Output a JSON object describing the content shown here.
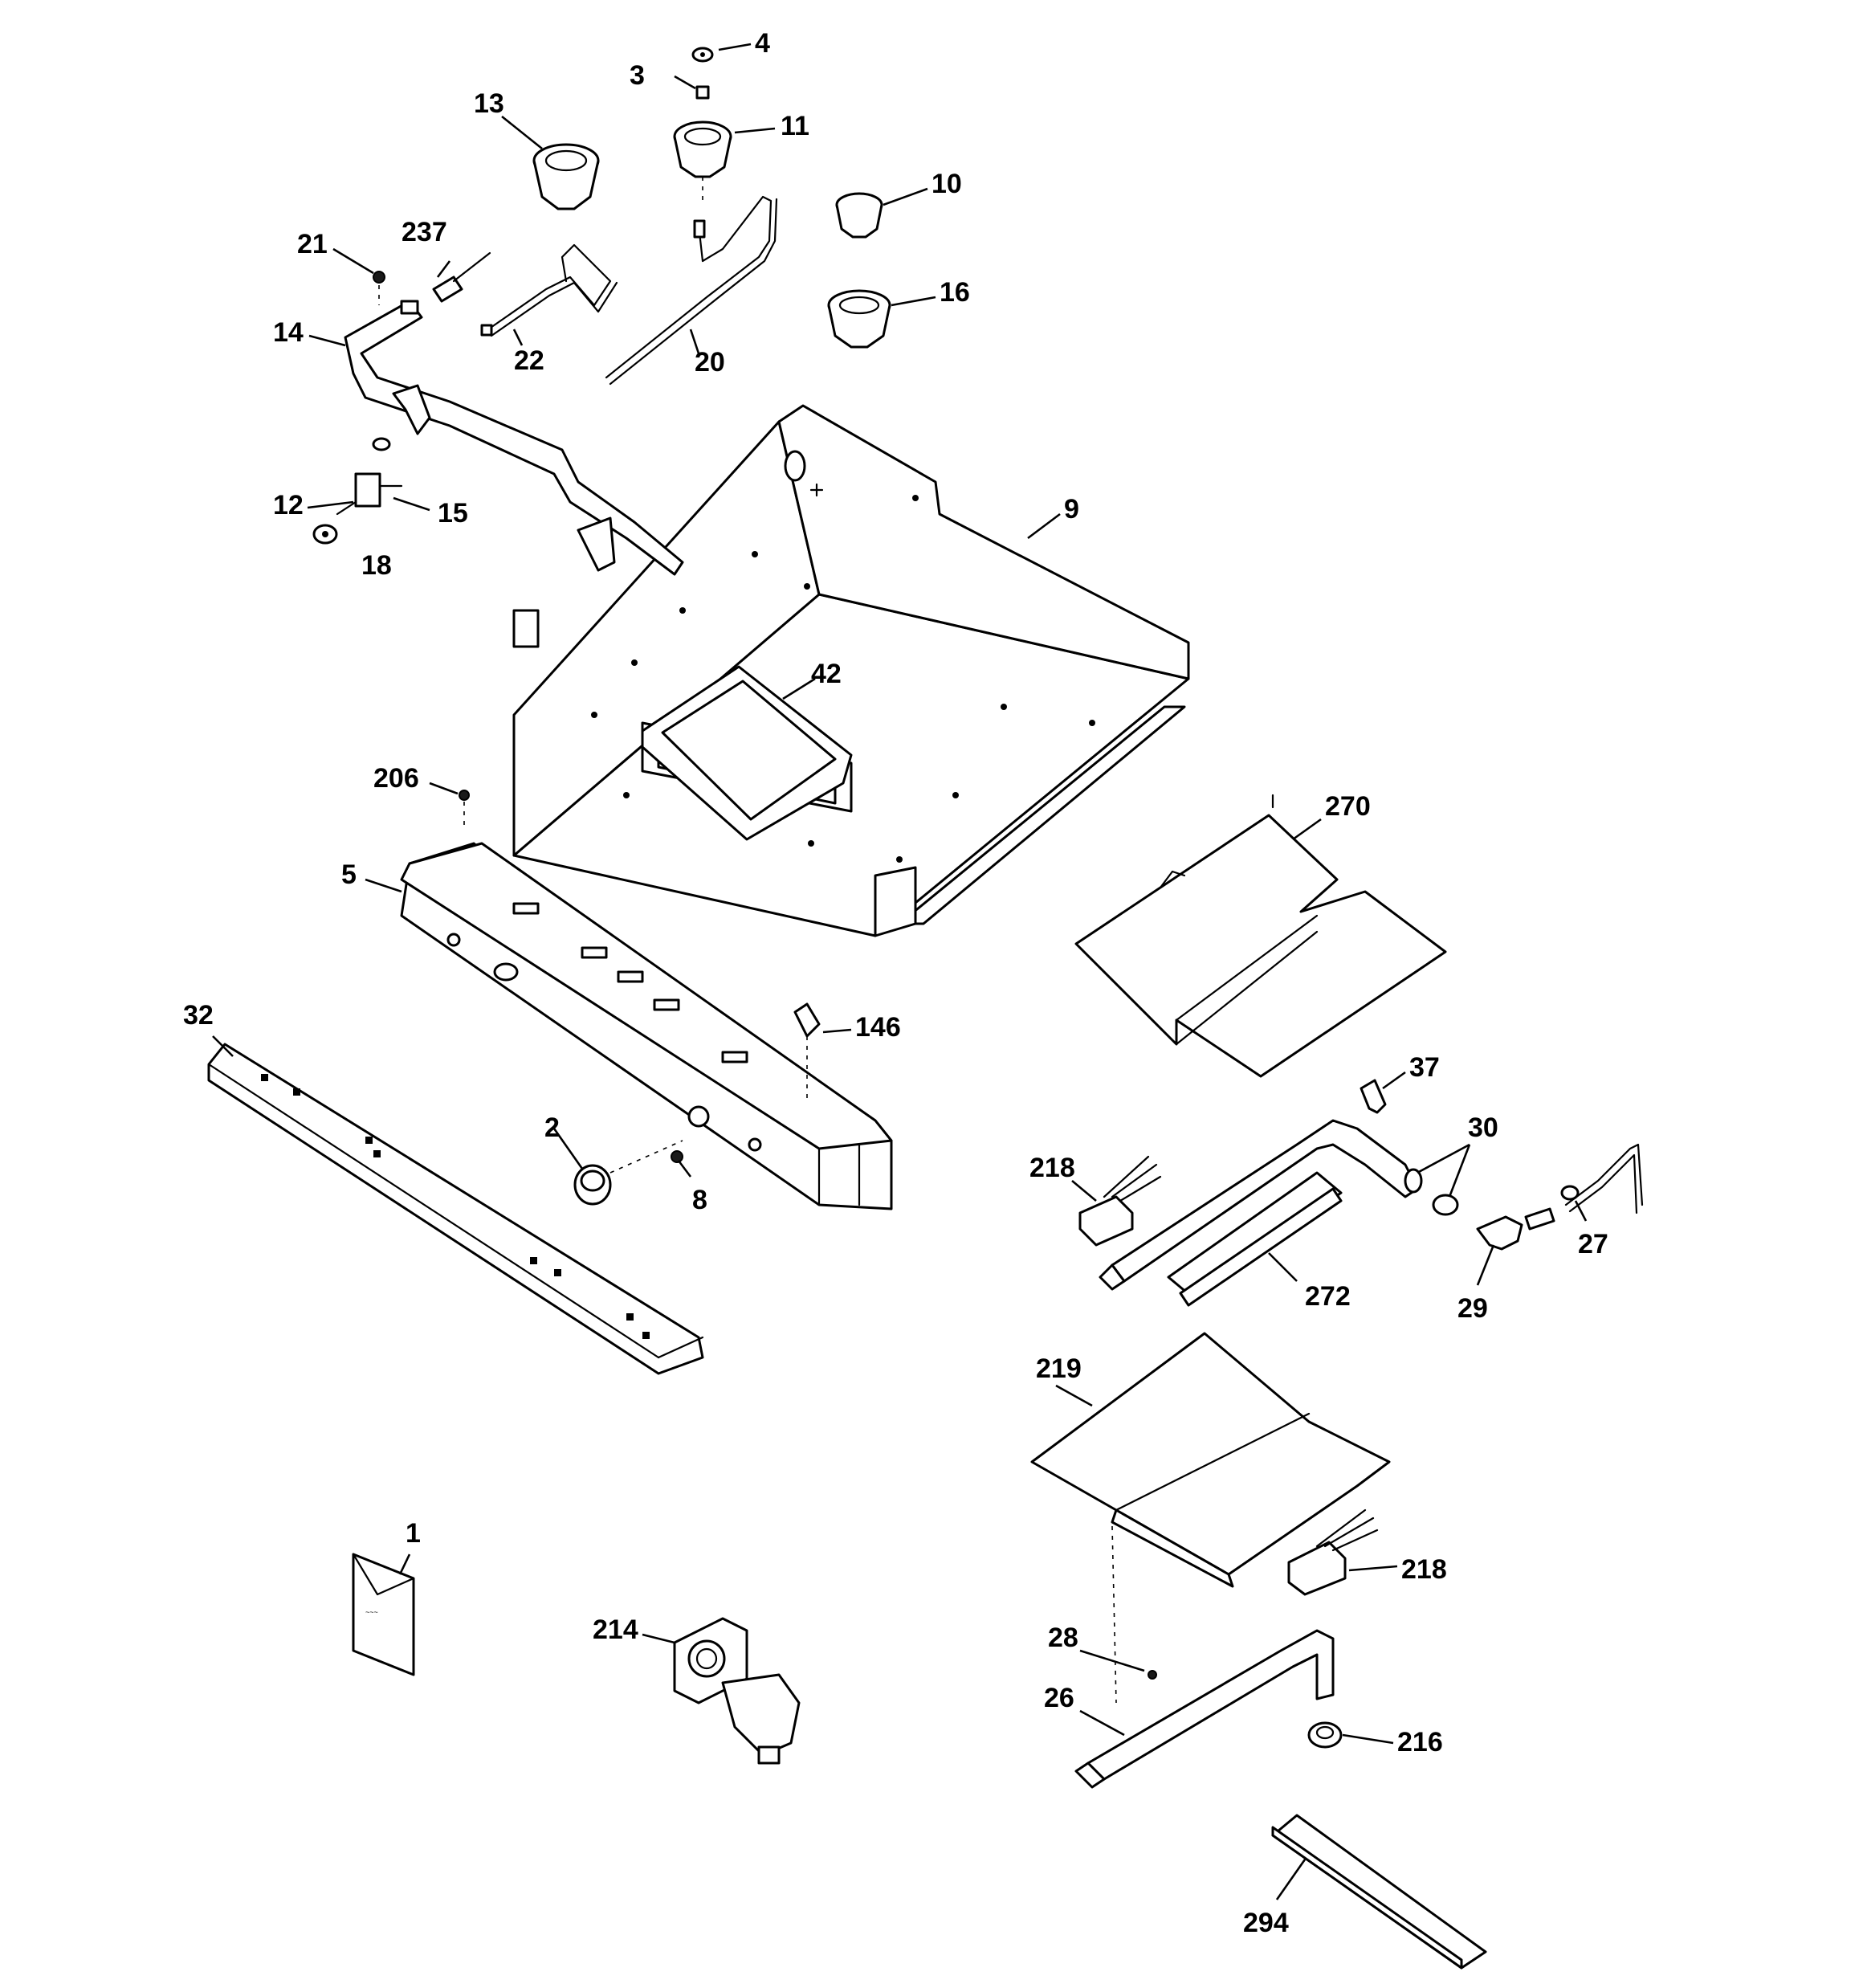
{
  "callouts": {
    "c1": "1",
    "c2": "2",
    "c3": "3",
    "c4": "4",
    "c5": "5",
    "c8": "8",
    "c9": "9",
    "c10": "10",
    "c11": "11",
    "c12": "12",
    "c13": "13",
    "c14": "14",
    "c15": "15",
    "c16": "16",
    "c18": "18",
    "c20": "20",
    "c21": "21",
    "c22": "22",
    "c26": "26",
    "c27": "27",
    "c28": "28",
    "c29": "29",
    "c30": "30",
    "c32": "32",
    "c37": "37",
    "c42": "42",
    "c146": "146",
    "c206": "206",
    "c214": "214",
    "c216": "216",
    "c218a": "218",
    "c218b": "218",
    "c219": "219",
    "c237": "237",
    "c270": "270",
    "c272": "272",
    "c294": "294"
  }
}
